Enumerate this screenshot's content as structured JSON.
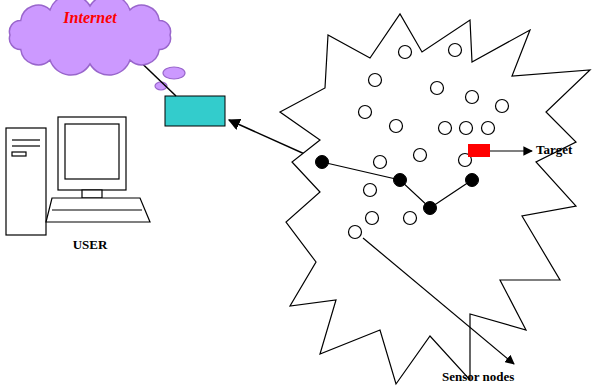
{
  "diagram": {
    "nodes": [
      {
        "text": [
          "Internet"
        ]
      }
    ],
    "labels": [
      "Target",
      "USER",
      "Sensor nodes"
    ]
  }
}
